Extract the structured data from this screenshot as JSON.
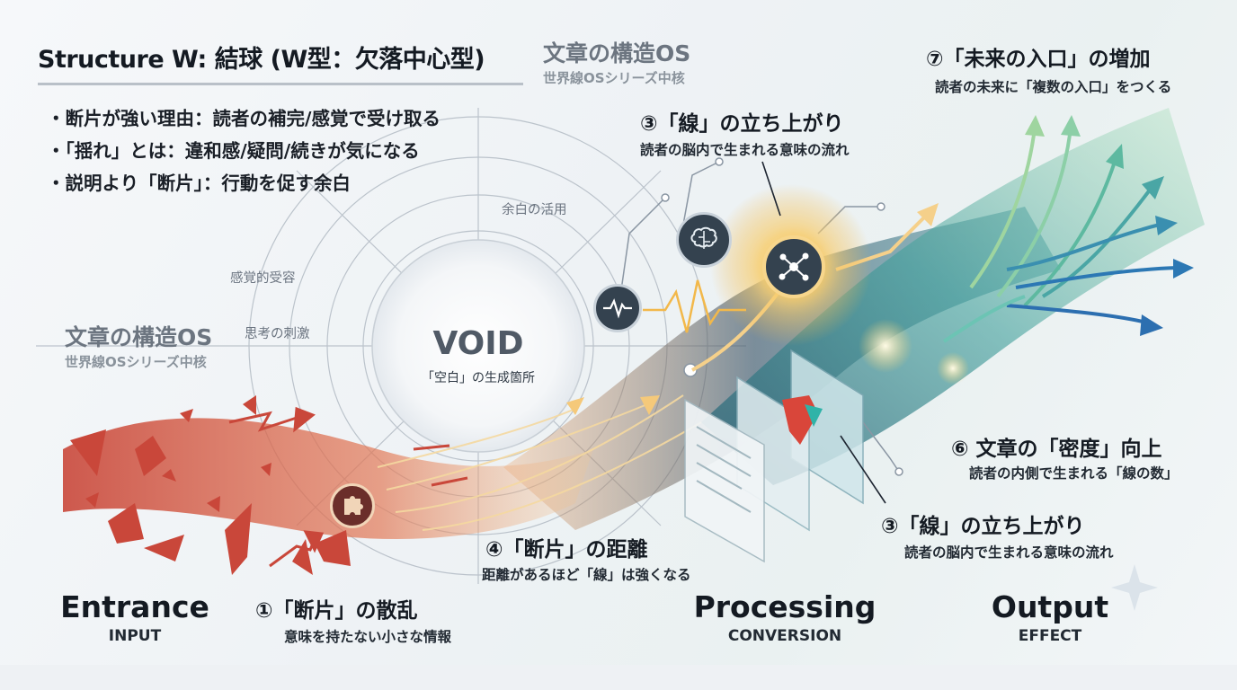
{
  "header": {
    "title": "Structure W: 結球 (W型：欠落中心型)",
    "bullets": [
      "・断片が強い理由：読者の補完/感覚で受け取る",
      "・「揺れ」とは：違和感/疑問/続きが気になる",
      "・説明より「断片」：行動を促す余白"
    ]
  },
  "watermarks": {
    "top": {
      "title": "文章の構造OS",
      "subtitle": "世界線OSシリーズ中核"
    },
    "left": {
      "title": "文章の構造OS",
      "subtitle": "世界線OSシリーズ中核"
    }
  },
  "ring_labels": [
    "余白の活用",
    "感覚的受容",
    "思考の刺激"
  ],
  "void": {
    "title": "VOID",
    "subtitle": "「空白」の生成箇所"
  },
  "annotations": {
    "a1": {
      "title": "①「断片」の散乱",
      "subtitle": "意味を持たない小さな情報"
    },
    "a3_top": {
      "title": "③「線」の立ち上がり",
      "subtitle": "読者の脳内で生まれる意味の流れ"
    },
    "a3_bottom": {
      "title": "③「線」の立ち上がり",
      "subtitle": "読者の脳内で生まれる意味の流れ"
    },
    "a4": {
      "title": "④「断片」の距離",
      "subtitle": "距離があるほど「線」は強くなる"
    },
    "a6": {
      "title": "⑥ 文章の「密度」向上",
      "subtitle": "読者の内側で生まれる「線の数」"
    },
    "a7": {
      "title": "⑦「未来の入口」の増加",
      "subtitle": "読者の未来に「複数の入口」をつくる"
    }
  },
  "stages": {
    "entrance": {
      "title": "Entrance",
      "subtitle": "INPUT"
    },
    "processing": {
      "title": "Processing",
      "subtitle": "CONVERSION"
    },
    "output": {
      "title": "Output",
      "subtitle": "EFFECT"
    }
  },
  "colors": {
    "fragment_red": "#c9473a",
    "glow_gold": "#f2b84a",
    "flow_teal": "#2f8f9a",
    "flow_green": "#7fc79a",
    "flow_blue": "#2c6fb0",
    "node_dark": "#34424f"
  },
  "icons": [
    "puzzle-icon",
    "brain-icon",
    "heartbeat-icon",
    "network-icon"
  ]
}
